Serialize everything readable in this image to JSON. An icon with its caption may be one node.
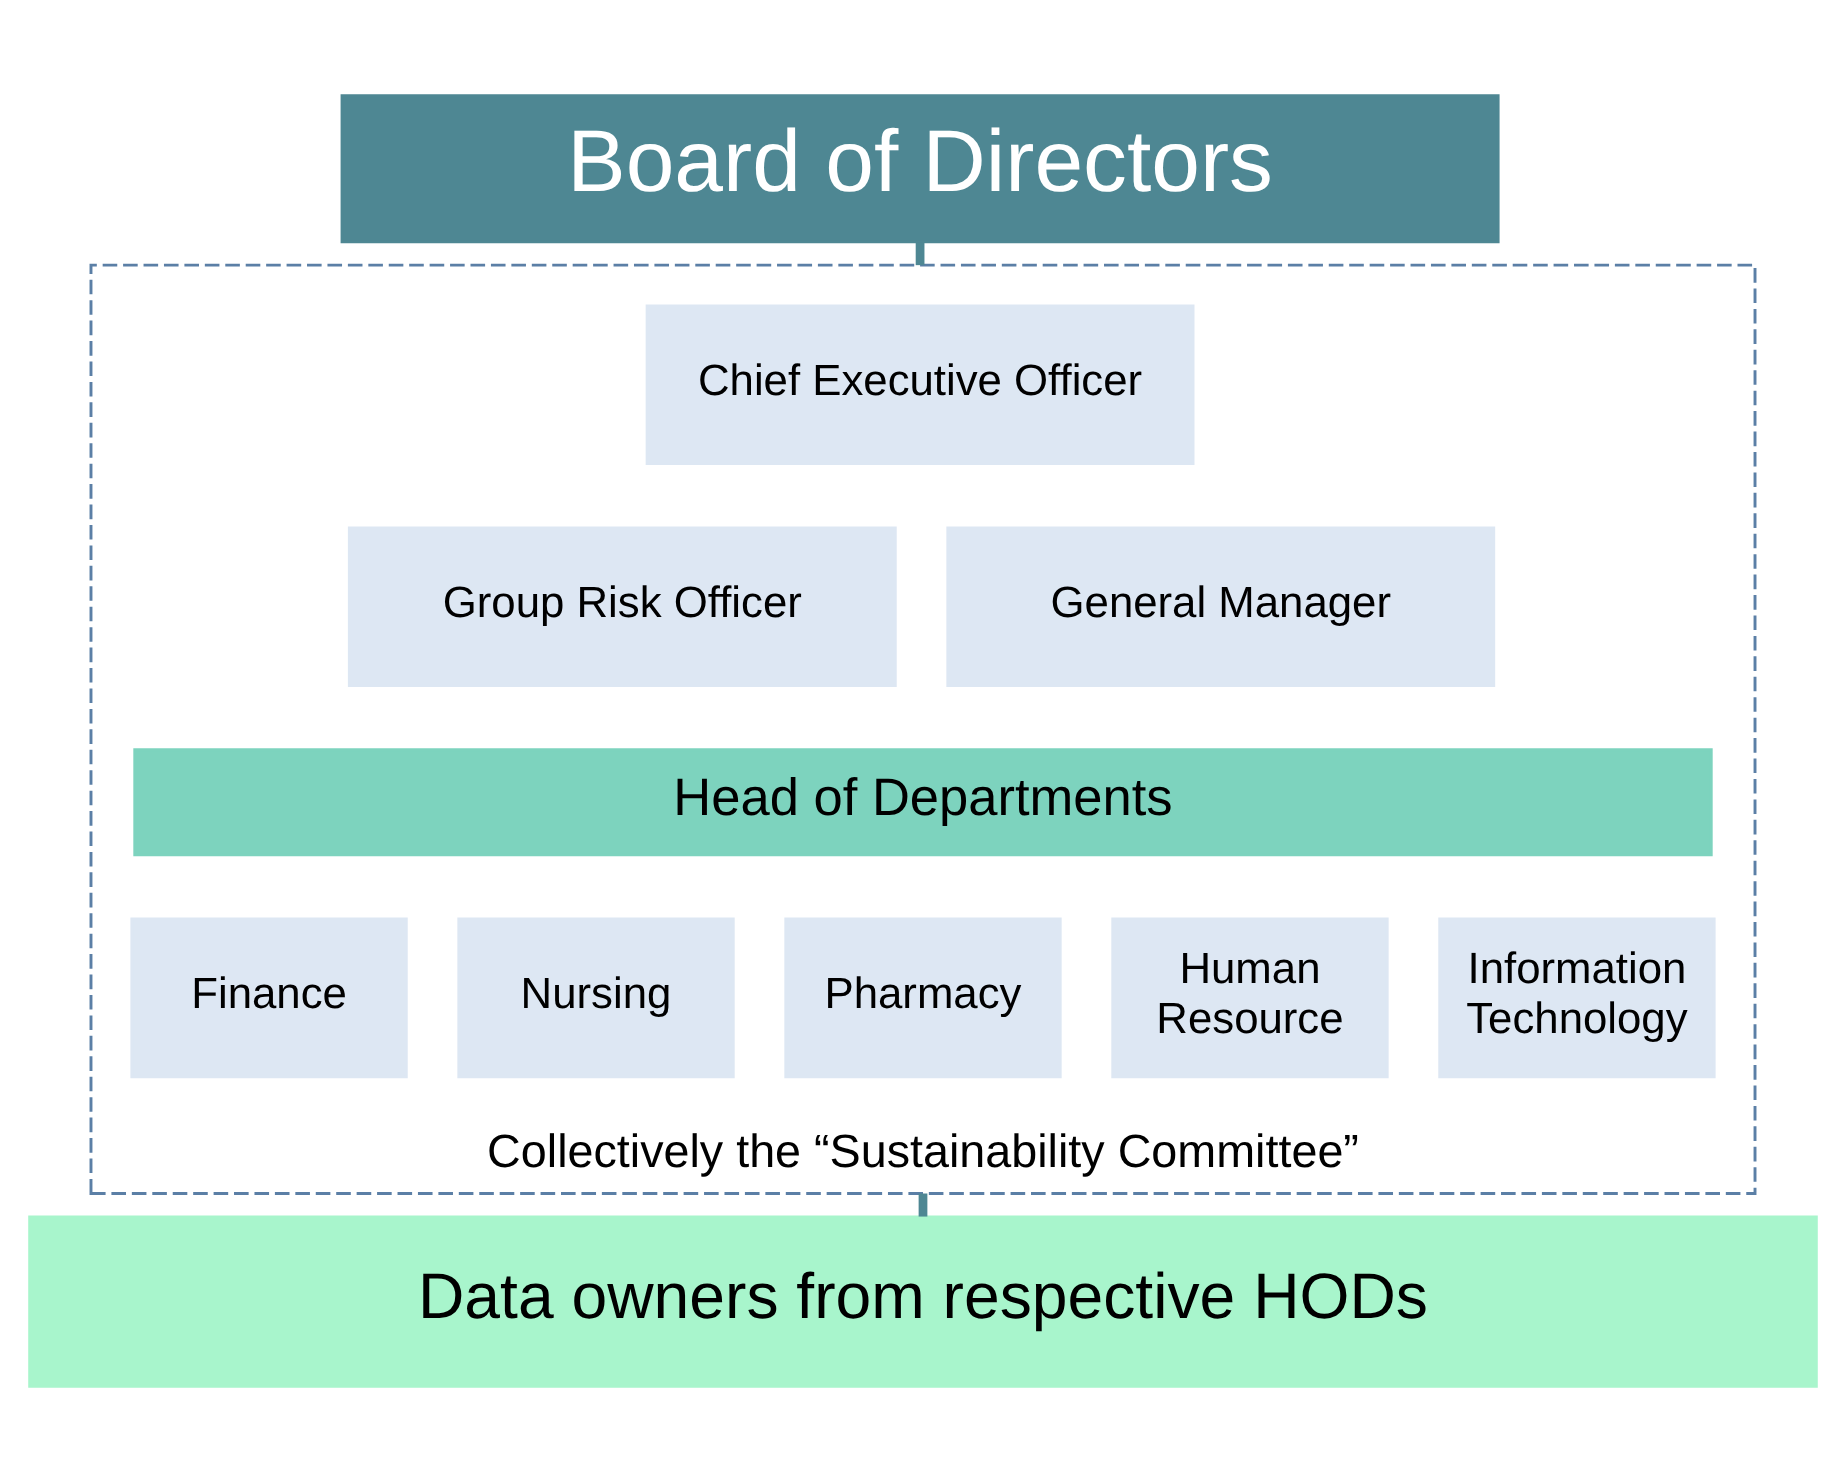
{
  "diagram": {
    "nodes": [
      {
        "text": [
          "Board of Directors"
        ]
      },
      {
        "text": [
          "Collectively the “Sustainability Committee”"
        ]
      },
      {
        "text": [
          "Chief Executive Officer"
        ],
        "in": 1
      },
      {
        "text": [
          "Group Risk Officer"
        ],
        "in": 1
      },
      {
        "text": [
          "General Manager"
        ],
        "in": 1
      },
      {
        "text": [
          "Head of Departments"
        ],
        "in": 1
      },
      {
        "text": [
          "Finance"
        ],
        "in": 1
      },
      {
        "text": [
          "Nursing"
        ],
        "in": 1
      },
      {
        "text": [
          "Pharmacy"
        ],
        "in": 1
      },
      {
        "text": [
          "Human Resource"
        ],
        "in": 1
      },
      {
        "text": [
          "Information Technology"
        ],
        "in": 1
      },
      {
        "text": [
          "Data owners from respective HODs"
        ]
      }
    ],
    "edges": [
      {
        "from": 0,
        "to": 1,
        "arrow": "none"
      },
      {
        "from": 1,
        "to": 11,
        "arrow": "none"
      }
    ]
  }
}
